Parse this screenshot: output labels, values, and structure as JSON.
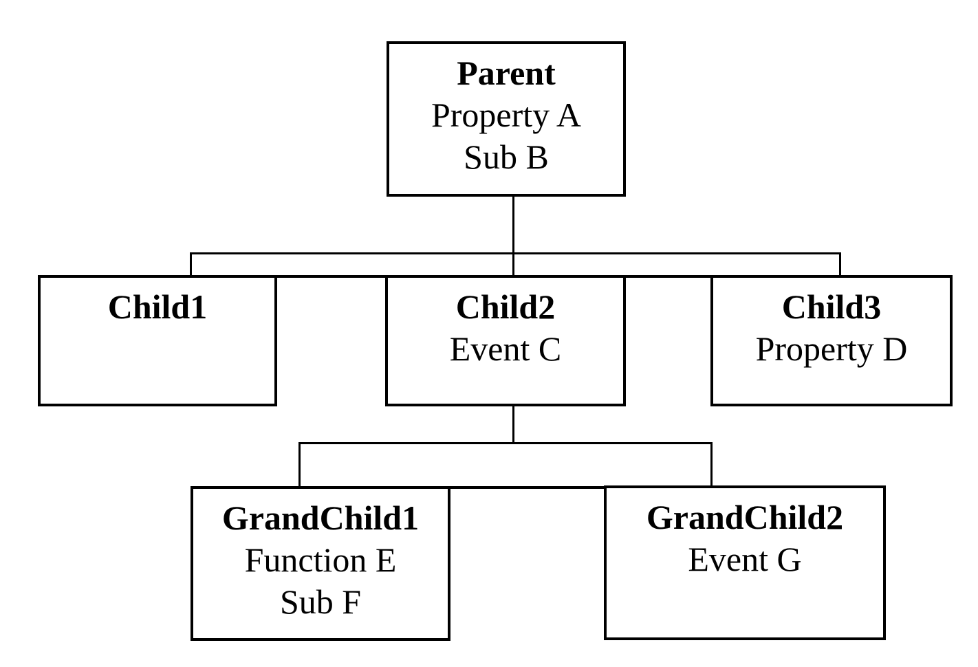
{
  "diagram": {
    "type": "hierarchy-tree",
    "colors": {
      "background": "#ffffff",
      "line": "#000000",
      "text": "#000000"
    },
    "nodes": {
      "parent": {
        "title": "Parent",
        "line2": "Property A",
        "line3": "Sub B"
      },
      "child1": {
        "title": "Child1"
      },
      "child2": {
        "title": "Child2",
        "line2": "Event C"
      },
      "child3": {
        "title": "Child3",
        "line2": "Property D"
      },
      "grandchild1": {
        "title": "GrandChild1",
        "line2": "Function E",
        "line3": "Sub F"
      },
      "grandchild2": {
        "title": "GrandChild2",
        "line2": "Event G"
      }
    },
    "edges": [
      {
        "from": "Parent",
        "to": "Child1"
      },
      {
        "from": "Parent",
        "to": "Child2"
      },
      {
        "from": "Parent",
        "to": "Child3"
      },
      {
        "from": "Child2",
        "to": "GrandChild1"
      },
      {
        "from": "Child2",
        "to": "GrandChild2"
      }
    ]
  }
}
